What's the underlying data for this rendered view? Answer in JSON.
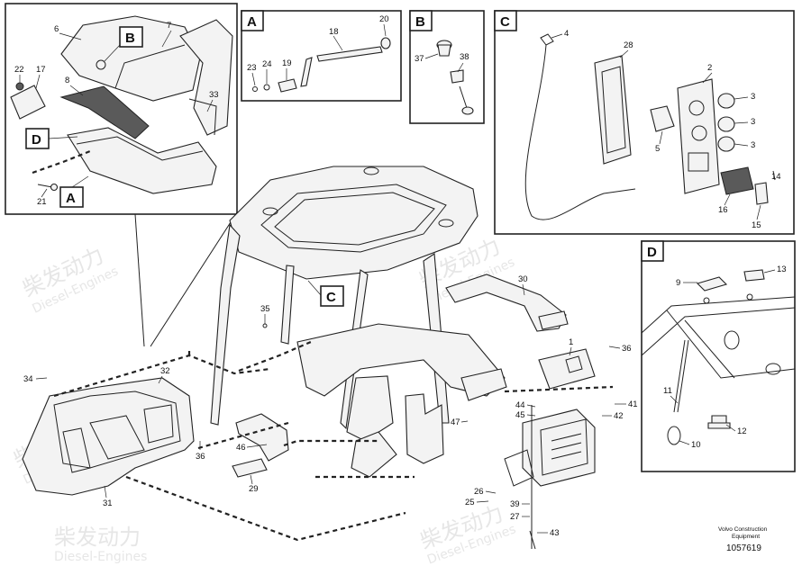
{
  "detail_boxes": {
    "A": {
      "label": "A",
      "callouts": [
        "18",
        "20",
        "23",
        "24",
        "19"
      ]
    },
    "B": {
      "label": "B",
      "callouts": [
        "37",
        "38"
      ]
    },
    "C": {
      "label": "C",
      "callouts": [
        "4",
        "28",
        "2",
        "3",
        "3",
        "3",
        "5",
        "14",
        "16",
        "15"
      ]
    },
    "D": {
      "label": "D",
      "callouts": [
        "9",
        "13",
        "11",
        "12",
        "10"
      ]
    }
  },
  "inset": {
    "callouts": [
      "6",
      "7",
      "22",
      "17",
      "8",
      "33",
      "21"
    ],
    "tags": [
      "B",
      "D",
      "A"
    ]
  },
  "main_view": {
    "tag_c": "C",
    "callouts": [
      "30",
      "35",
      "1",
      "36",
      "34",
      "32",
      "36",
      "46",
      "29",
      "31",
      "44",
      "45",
      "47",
      "41",
      "42",
      "26",
      "25",
      "39",
      "27",
      "43"
    ]
  },
  "watermark": {
    "brand_cn": "柴发动力",
    "brand_en": "Diesel-Engines"
  },
  "footer": {
    "line1": "Volvo Construction",
    "line2": "Equipment",
    "code": "1057619"
  }
}
